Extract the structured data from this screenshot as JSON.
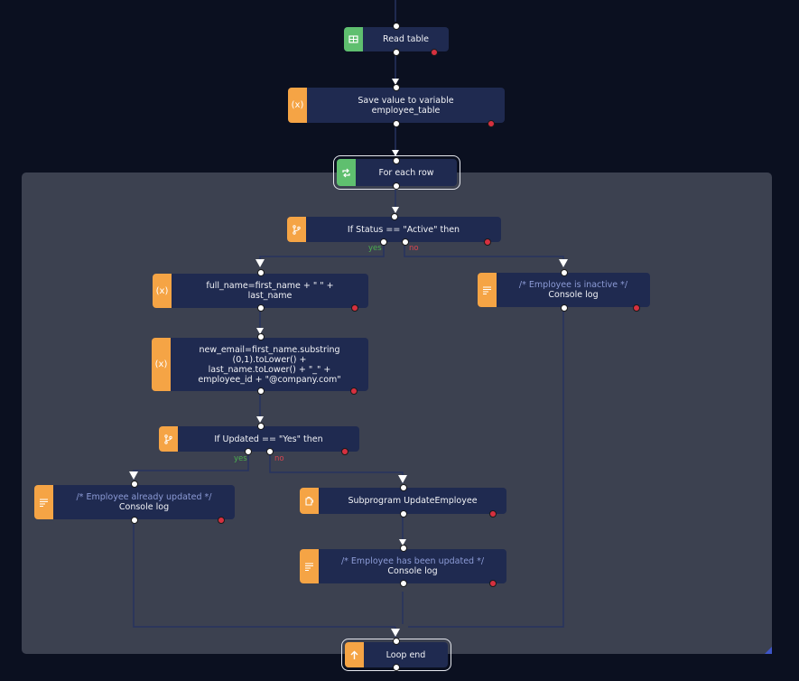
{
  "colors": {
    "canvas_bg": "#0b1020",
    "loop_area_bg": "#3c4150",
    "node_bg": "#1f2a50",
    "data_strip": "#5fbf6f",
    "action_strip": "#f5a445",
    "yes": "#4caf50",
    "no": "#d64550",
    "error_port": "#d6303f",
    "comment_text": "#8c9bd6"
  },
  "nodes": {
    "read_table": {
      "icon": "table-icon",
      "label": "Read table"
    },
    "save_variable": {
      "icon": "variable-icon",
      "icon_text": "(x)",
      "line1": "Save value to variable",
      "line2": "employee_table"
    },
    "for_each": {
      "icon": "loop-icon",
      "label": "For each row"
    },
    "if_status": {
      "icon": "branch-icon",
      "label": "If Status == \"Active\" then",
      "yes": "yes",
      "no": "no"
    },
    "full_name": {
      "icon": "variable-icon",
      "icon_text": "(x)",
      "line1": "full_name=first_name + \" \" +",
      "line2": "last_name"
    },
    "inactive_log": {
      "icon": "log-icon",
      "comment": "/* Employee is inactive */",
      "label": "Console log"
    },
    "new_email": {
      "icon": "variable-icon",
      "icon_text": "(x)",
      "line1": "new_email=first_name.substring",
      "line2": "(0,1).toLower() +",
      "line3": "last_name.toLower() + \"_\" +",
      "line4": "employee_id + \"@company.com\""
    },
    "if_updated": {
      "icon": "branch-icon",
      "label": "If Updated == \"Yes\" then",
      "yes": "yes",
      "no": "no"
    },
    "already_log": {
      "icon": "log-icon",
      "comment": "/* Employee already updated */",
      "label": "Console log"
    },
    "subprogram": {
      "icon": "puzzle-icon",
      "label": "Subprogram UpdateEmployee"
    },
    "updated_log": {
      "icon": "log-icon",
      "comment": "/* Employee has been updated */",
      "label": "Console log"
    },
    "loop_end": {
      "icon": "arrow-up-icon",
      "label": "Loop end"
    }
  }
}
